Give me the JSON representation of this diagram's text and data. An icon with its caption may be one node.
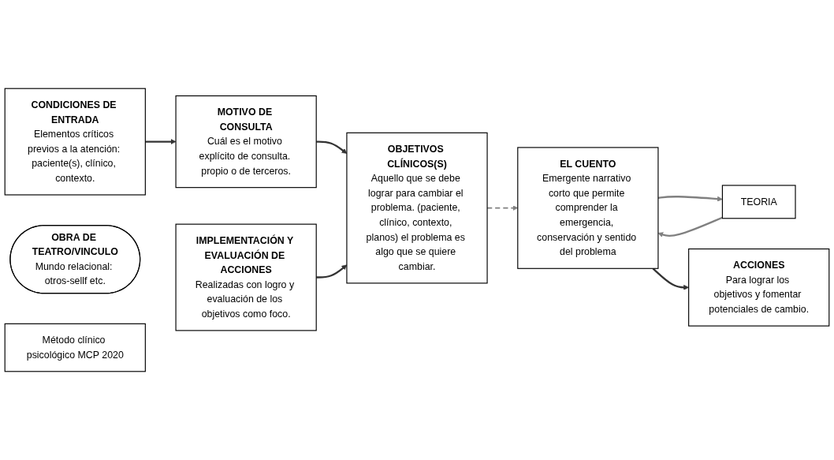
{
  "diagram": {
    "nodes": [
      {
        "text": [
          "CONDICIONES DE ENTRADA",
          "Elementos críticos previos a la atención: paciente(s), clínico, contexto."
        ]
      },
      {
        "text": [
          "MOTIVO DE CONSULTA",
          "Cuál es el motivo explícito de consulta. propio o de terceros."
        ]
      },
      {
        "text": [
          "OBJETIVOS CLÍNICOS(S)",
          "Aquello que se debe lograr para cambiar el problema. (paciente, clínico, contexto, planos) el problema es algo que se quiere cambiar."
        ]
      },
      {
        "text": [
          "TEORIA"
        ]
      },
      {
        "text": [
          "EL CUENTO",
          "Emergente narrativo corto que permite comprender la emergencia, conservación y sentido del problema"
        ]
      },
      {
        "text": [
          "OBRA DE TEATRO/VINCULO",
          "Mundo relacional: otros-sellf etc."
        ]
      },
      {
        "text": [
          "ACCIONES",
          "Para lograr los objetivos y fomentar potenciales de cambio."
        ]
      },
      {
        "text": [
          "IMPLEMENTACIÓN Y EVALUACIÓN DE ACCIONES",
          "Realizadas con logro y evaluación de los objetivos como foco."
        ]
      },
      {
        "text": [
          "Método clínico psicológico MCP 2020"
        ]
      }
    ],
    "edges": [
      {
        "from": 0,
        "to": 1,
        "arrow": "to"
      },
      {
        "from": 1,
        "to": 2,
        "arrow": "to"
      },
      {
        "from": 2,
        "to": 4,
        "arrow": "to",
        "style": "dashed",
        "color": "#808080"
      },
      {
        "from": 3,
        "to": 4,
        "arrow": "to",
        "color": "#808080"
      },
      {
        "from": 4,
        "to": 3,
        "arrow": "to",
        "color": "#808080"
      },
      {
        "from": 4,
        "to": 6,
        "arrow": "to"
      },
      {
        "from": 7,
        "to": 2,
        "arrow": "to"
      }
    ]
  }
}
